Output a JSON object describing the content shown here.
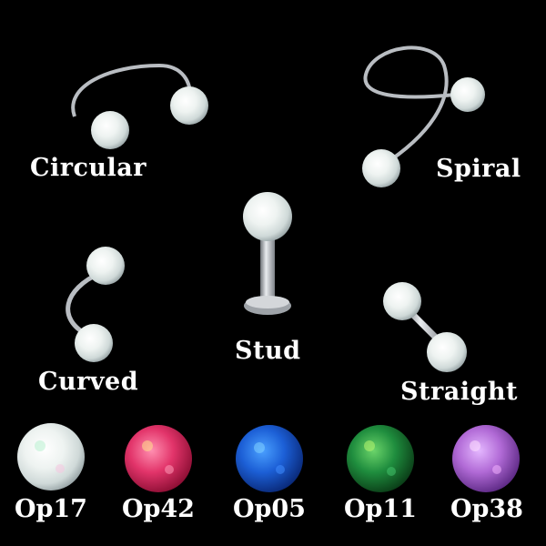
{
  "styles": {
    "circular": "Circular",
    "spiral": "Spiral",
    "stud": "Stud",
    "curved": "Curved",
    "straight": "Straight"
  },
  "colors": {
    "background": "#000000",
    "label": "#ffffff",
    "steel": "#c8cbcf"
  },
  "opal_colors": [
    {
      "code": "Op17",
      "color": "#e9f1ef"
    },
    {
      "code": "Op42",
      "color": "#e2346a"
    },
    {
      "code": "Op05",
      "color": "#1c5fd6"
    },
    {
      "code": "Op11",
      "color": "#1f8d3e"
    },
    {
      "code": "Op38",
      "color": "#b16ad6"
    }
  ]
}
